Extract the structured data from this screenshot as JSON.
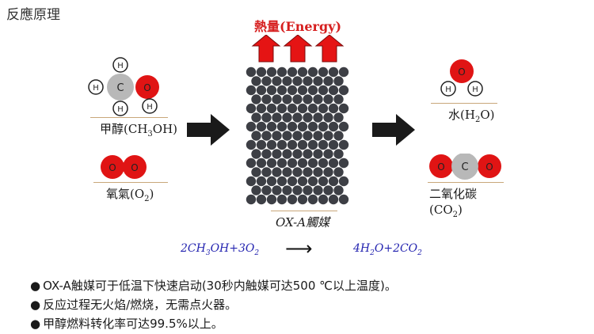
{
  "header": {
    "title": "反應原理"
  },
  "energy_label": "熱量(Energy)",
  "reactants": {
    "methanol": {
      "label_main": "甲醇(CH",
      "label_sub": "3",
      "label_tail": "OH)",
      "atoms": {
        "h": "H",
        "c": "C",
        "o": "O"
      }
    },
    "oxygen": {
      "label_main": "氧氣(O",
      "label_sub": "2",
      "label_tail": ")",
      "atoms": {
        "o": "O"
      }
    }
  },
  "catalyst": {
    "label": "OX-A觸媒"
  },
  "products": {
    "water": {
      "label_main": "水(H",
      "label_sub": "2",
      "label_tail": "O)",
      "atoms": {
        "h": "H",
        "o": "O"
      }
    },
    "co2": {
      "label_line1": "二氧化碳",
      "label_main": "(CO",
      "label_sub": "2",
      "label_tail": ")",
      "atoms": {
        "c": "C",
        "o": "O"
      }
    }
  },
  "equation": {
    "left_a": "2CH",
    "left_sub1": "3",
    "left_b": "OH+3O",
    "left_sub2": "2",
    "arrow": "⟶",
    "right_a": "4H",
    "right_sub1": "2",
    "right_b": "O+2CO",
    "right_sub2": "2"
  },
  "bullets": [
    "OX-A触媒可于低温下快速启动(30秒内触媒可达500 ℃以上温度)。",
    "反应过程无火焰/燃烧，无需点火器。",
    "甲醇燃料转化率可达99.5%以上。"
  ],
  "bullet_marker": "●",
  "colors": {
    "oxygen_atom": "#e01414",
    "carbon_atom": "#b8b8b8",
    "hydrogen_atom": "#ffffff",
    "energy_arrow": "#e51414",
    "catalyst_ball": "#3d3f45",
    "process_arrow": "#1a1a1a",
    "equation_text": "#2424b0"
  }
}
